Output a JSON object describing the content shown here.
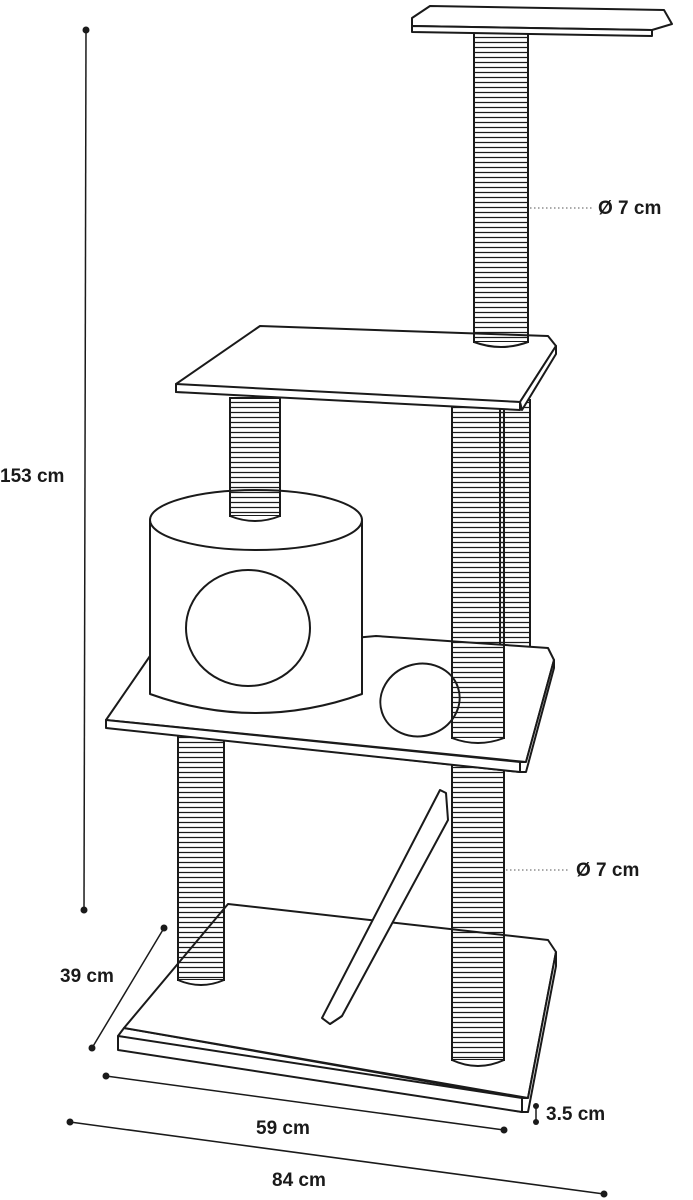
{
  "dimensions": {
    "height_total": "153 cm",
    "post_diameter_top": "Ø 7 cm",
    "post_diameter_bottom": "Ø 7 cm",
    "base_depth": "39 cm",
    "base_width": "59 cm",
    "base_thickness": "3.5 cm",
    "total_width": "84 cm"
  },
  "colors": {
    "line": "#1a1a1a",
    "fill": "#ffffff"
  }
}
